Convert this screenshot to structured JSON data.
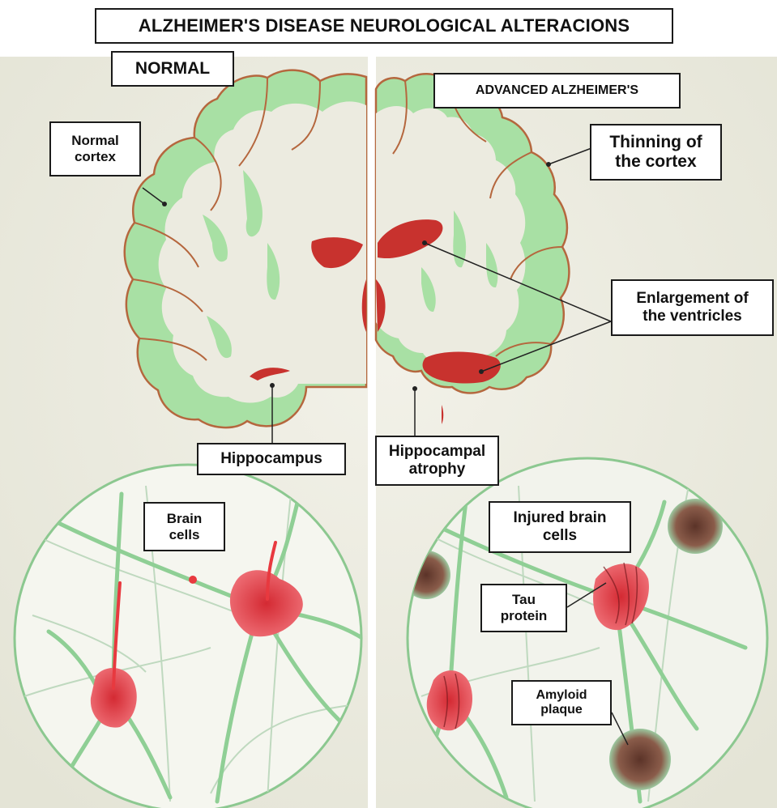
{
  "title": "ALZHEIMER'S DISEASE NEUROLOGICAL ALTERACIONS",
  "panels": {
    "normal": {
      "heading": "NORMAL",
      "cortex_label": "Normal\ncortex",
      "hippocampus_label": "Hippocampus",
      "cells_label": "Brain\ncells"
    },
    "advanced": {
      "heading": "ADVANCED ALZHEIMER'S",
      "cortex_label": "Thinning of\nthe cortex",
      "ventricles_label": "Enlargement of\nthe ventricles",
      "hippocampus_label": "Hippocampal\natrophy",
      "cells_label": "Injured brain\ncells",
      "tau_label": "Tau\nprotein",
      "plaque_label": "Amyloid\nplaque"
    }
  },
  "colors": {
    "cortex_green": "#a8e0a4",
    "cortex_outline": "#b5673e",
    "white_matter": "#ecebe0",
    "ventricle_red": "#c8322e",
    "neuron_red": "#e8393f",
    "neuron_green": "#8fcf95",
    "plaque_brown": "#6e4a3a",
    "divider": "#ffffff"
  }
}
